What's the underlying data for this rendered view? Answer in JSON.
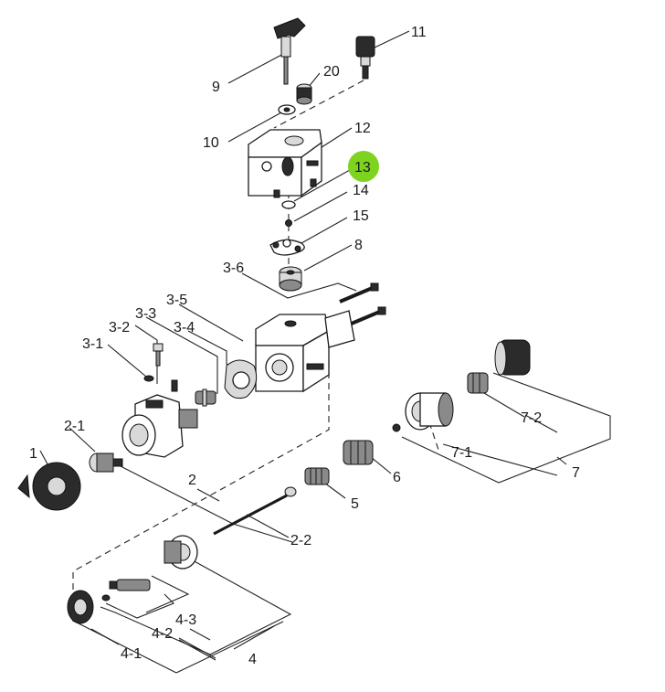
{
  "diagram": {
    "highlight_color": "#7ed321",
    "highlighted_label": "13",
    "callouts": {
      "c1": "1",
      "c2": "2",
      "c2_1": "2-1",
      "c2_2": "2-2",
      "c3_1": "3-1",
      "c3_2": "3-2",
      "c3_3": "3-3",
      "c3_4": "3-4",
      "c3_5": "3-5",
      "c3_6": "3-6",
      "c4": "4",
      "c4_1": "4-1",
      "c4_2": "4-2",
      "c4_3": "4-3",
      "c5": "5",
      "c6": "6",
      "c7": "7",
      "c7_1": "7-1",
      "c7_2": "7-2",
      "c8": "8",
      "c9": "9",
      "c10": "10",
      "c11": "11",
      "c12": "12",
      "c13": "13",
      "c14": "14",
      "c15": "15",
      "c20": "20"
    }
  }
}
